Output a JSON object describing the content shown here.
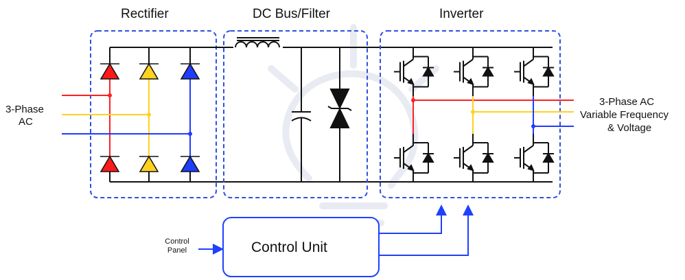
{
  "blocks": {
    "rectifier": "Rectifier",
    "dc_bus": "DC Bus/Filter",
    "inverter": "Inverter"
  },
  "input": {
    "label_line1": "3-Phase",
    "label_line2": "AC"
  },
  "output": {
    "line1": "3-Phase AC",
    "line2": "Variable Frequency",
    "line3": "& Voltage"
  },
  "control": {
    "panel_line1": "Control",
    "panel_line2": "Panel",
    "unit": "Control Unit"
  },
  "colors": {
    "phase_a": "#ff2020",
    "phase_b": "#ffd21f",
    "phase_c": "#1f3cff",
    "block_border": "#2f4fe0",
    "wire": "#111111",
    "control": "#1e40ff"
  },
  "icons": {
    "background": "lightbulb-watermark-icon"
  }
}
